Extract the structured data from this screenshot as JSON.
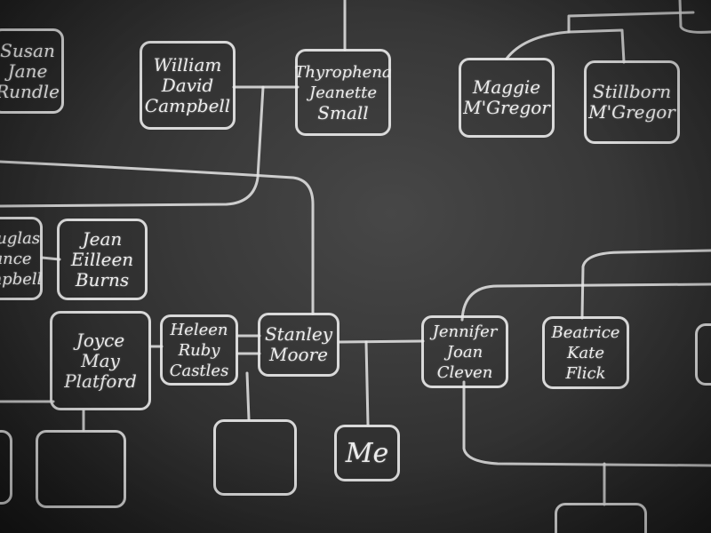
{
  "nodes": {
    "susan": [
      "Susan",
      "Jane",
      "Rundle"
    ],
    "william": [
      "William",
      "David",
      "Campbell"
    ],
    "thyrophena": [
      "Thyrophena",
      "Jeanette",
      "Small"
    ],
    "maggie": [
      "Maggie",
      "M'Gregor"
    ],
    "stillborn": [
      "Stillborn",
      "M'Gregor"
    ],
    "douglas": [
      "Douglas",
      "Lance",
      "Campbell"
    ],
    "jean": [
      "Jean",
      "Eilleen",
      "Burns"
    ],
    "joyce": [
      "Joyce",
      "May",
      "Platford"
    ],
    "heleen": [
      "Heleen",
      "Ruby",
      "Castles"
    ],
    "stanley": [
      "Stanley",
      "Moore"
    ],
    "jennifer": [
      "Jennifer",
      "Joan",
      "Cleven"
    ],
    "beatrice": [
      "Beatrice",
      "Kate",
      "Flick"
    ],
    "me": [
      "Me"
    ]
  },
  "colors": {
    "board": "#3a3a3a",
    "chalk": "#ececec"
  }
}
